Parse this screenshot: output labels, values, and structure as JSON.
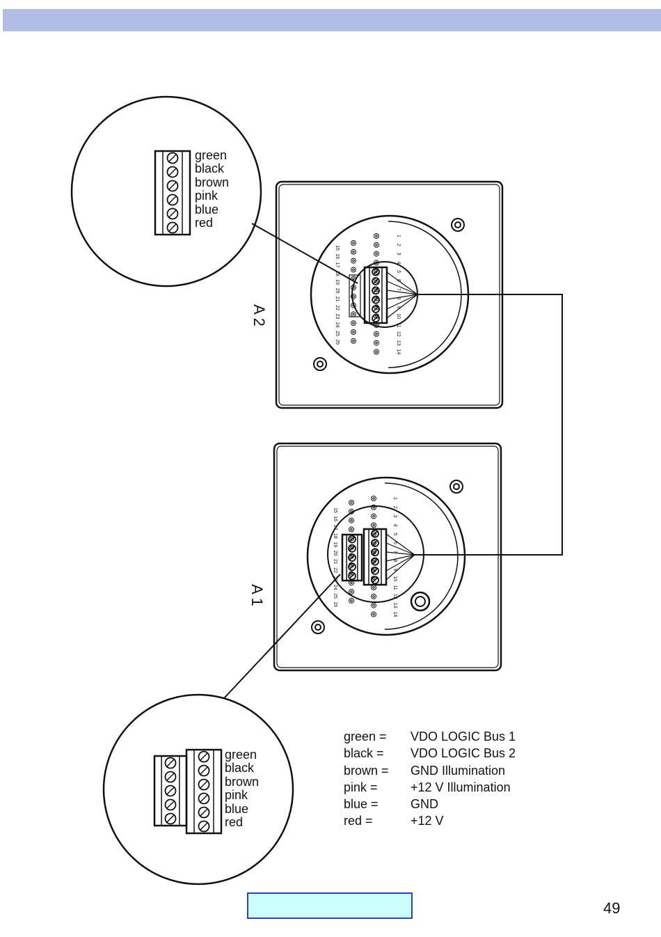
{
  "header": {
    "color": "#b2bde6"
  },
  "zoom_top": {
    "wires": [
      "green",
      "black",
      "brown",
      "pink",
      "blue",
      "red"
    ]
  },
  "zoom_bottom": {
    "wires": [
      "green",
      "black",
      "brown",
      "pink",
      "blue",
      "red"
    ]
  },
  "units": {
    "upper": "A 2",
    "lower": "A 1"
  },
  "legend": [
    {
      "wire": "green =",
      "signal": "VDO LOGIC Bus 1"
    },
    {
      "wire": "black =",
      "signal": "VDO LOGIC Bus 2"
    },
    {
      "wire": "brown =",
      "signal": "GND Illumination"
    },
    {
      "wire": "pink =",
      "signal": "+12 V Illumination"
    },
    {
      "wire": "blue =",
      "signal": "GND"
    },
    {
      "wire": "red =",
      "signal": "+12 V"
    }
  ],
  "pin_numbers": {
    "right": [
      "1",
      "2",
      "3",
      "4",
      "5",
      "6",
      "7",
      "8",
      "9",
      "10",
      "11",
      "12",
      "13",
      "14"
    ],
    "left": [
      "15",
      "16",
      "17",
      "18",
      "19",
      "20",
      "21",
      "22",
      "23",
      "24",
      "25",
      "26"
    ]
  },
  "footer": {
    "page_number": "49",
    "nav_box_color": "#ccffff",
    "nav_box_border": "#2d3fd0"
  }
}
